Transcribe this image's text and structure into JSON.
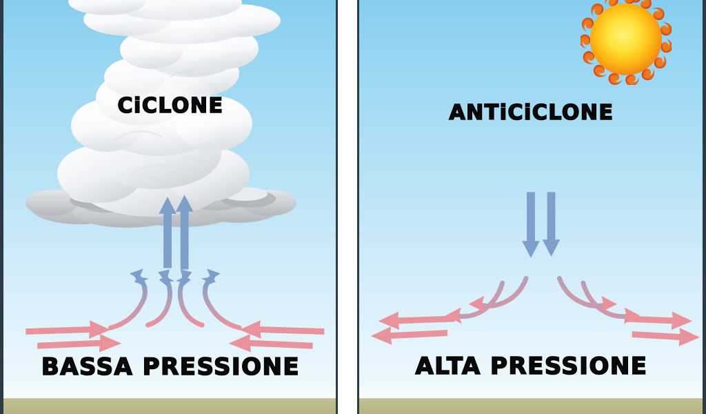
{
  "figure": {
    "kind": "meteorology-diagram",
    "language": "it",
    "ground_color": "#bdb98a",
    "sky_top_color": "#86cdee",
    "sky_bottom_color": "#f0f9fd",
    "frame_color": "#2b3a44"
  },
  "panels": [
    {
      "id": "left",
      "title": "CiCLONE",
      "bottom_label": "BASSA PRESSIONE",
      "icon": "storm-cloud-icon",
      "vertical_flow": "up",
      "surface_flow": "converging",
      "vertical_arrow_count": 2,
      "curved_arrow_count": 4,
      "straight_arrow_count": 4,
      "arrow_up_color": "#7d9fc9",
      "arrow_wind_color": "#e8939b"
    },
    {
      "id": "right",
      "title": "ANTiCiCLONE",
      "bottom_label": "ALTA PRESSIONE",
      "icon": "sun-icon",
      "vertical_flow": "down",
      "surface_flow": "diverging",
      "vertical_arrow_count": 2,
      "curved_arrow_count": 4,
      "straight_arrow_count": 4,
      "arrow_down_color": "#7d9fc9",
      "arrow_wind_color": "#e8939b"
    }
  ],
  "sun": {
    "core_color": "#ffe23a",
    "mid_color": "#fdb913",
    "flame_color": "#e2561f"
  },
  "cloud": {
    "body_color": "#ffffff",
    "shadow_color": "#c9ccd0",
    "base_color": "#b9bcc0"
  }
}
